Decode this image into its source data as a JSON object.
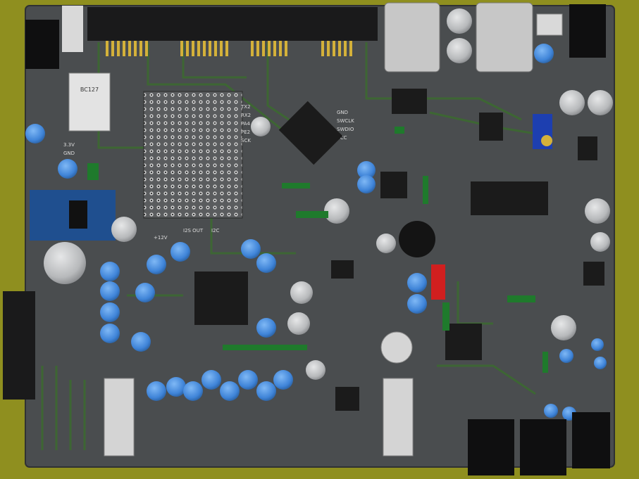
{
  "colors": {
    "background": "#8f8f1f",
    "board": "#4a4d4f",
    "pad": "#cfcfcf",
    "trace": "#3b6b2f",
    "capacitor_blue": "#4a8fe0",
    "capacitor_gray": "#b9bcc0",
    "ic": "#1b1b1b",
    "smd_green": "#1f7a2c",
    "switch_red": "#d11f1f",
    "esp_blue": "#1f4f8f"
  },
  "labels": {
    "bt_module": "BC127",
    "pin_3v3": "3.3V",
    "pin_gnd": "GND",
    "tx2": "TX2",
    "rx2": "RX2",
    "pa4": "PA4",
    "pe2": "PE2",
    "sck": "SCK",
    "swclk": "SWCLK",
    "swdio": "SWDIO",
    "vcc": "VCC",
    "gnd2": "GND",
    "header_i2s_out": "I2S OUT",
    "header_i2c": "I2C",
    "vin_12v": "+12V"
  },
  "components": [
    "usb-connector-left",
    "usb-connector-right",
    "micro-usb-connector",
    "audio-jack-top-left",
    "audio-jack-bottom-right",
    "bluetooth-module",
    "wifi-module",
    "main-mcu",
    "stm32-mcu",
    "codec-chip",
    "buzzer",
    "red-dip-switch",
    "blue-trimmer"
  ]
}
